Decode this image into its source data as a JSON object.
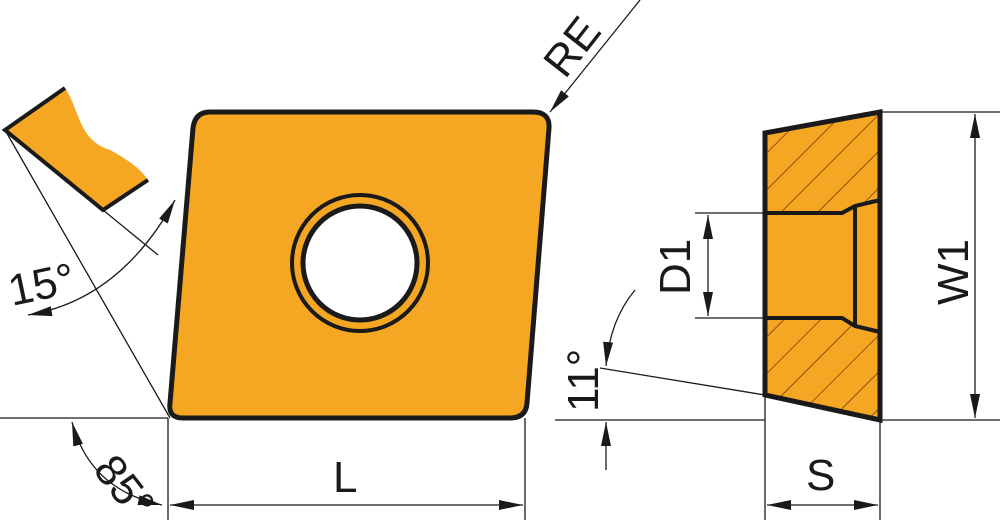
{
  "colors": {
    "insert_fill": "#F5A623",
    "outline": "#1a1a1a",
    "background": "#ffffff"
  },
  "labels": {
    "corner_radius": "RE",
    "clearance_angle_top": "15°",
    "corner_angle": "85°",
    "length": "L",
    "hole_diameter": "D1",
    "width": "W1",
    "relief_angle": "11°",
    "thickness": "S"
  }
}
